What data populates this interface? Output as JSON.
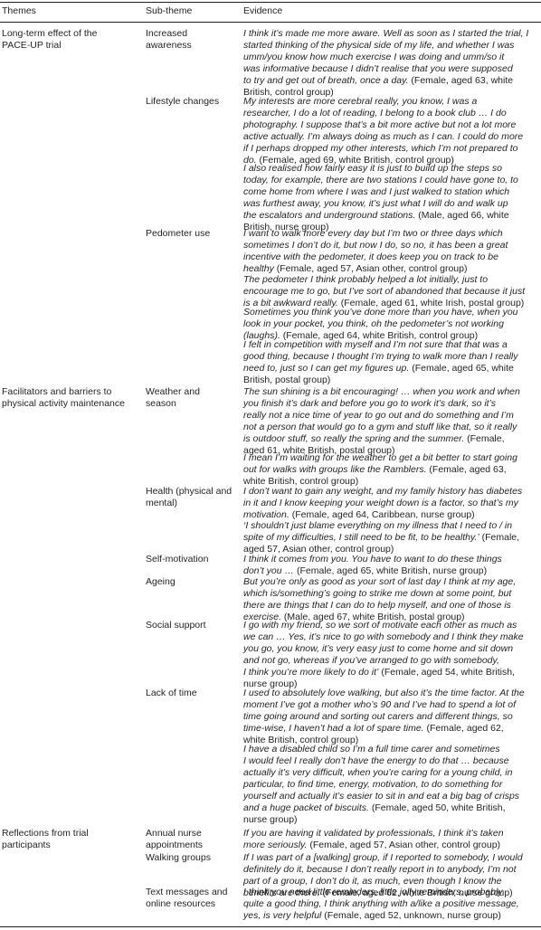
{
  "table": {
    "headers": {
      "theme": "Themes",
      "subtheme": "Sub-theme",
      "evidence": "Evidence"
    },
    "themes": [
      {
        "label": "Long-term effect of the\nPACE-UP trial"
      },
      {
        "label": "Facilitators and barriers to\nphysical activity maintenance"
      },
      {
        "label": "Reflections from trial\nparticipants"
      }
    ],
    "subthemes": [
      {
        "label": "Increased\nawareness"
      },
      {
        "label": "Lifestyle changes"
      },
      {
        "label": "Pedometer use"
      },
      {
        "label": "Weather and\nseason"
      },
      {
        "label": "Health (physical and\nmental)"
      },
      {
        "label": "Self-motivation"
      },
      {
        "label": "Ageing"
      },
      {
        "label": "Social support"
      },
      {
        "label": "Lack of time"
      },
      {
        "label": "Annual nurse\nappointments"
      },
      {
        "label": "Walking groups"
      },
      {
        "label": "Text messages and\nonline resources"
      }
    ],
    "evidence": [
      {
        "quote": "I think it’s made me more aware. Well as soon as I started the trial, I\nstarted thinking of the physical side of my life, and whether I was\numm/you know how much exercise I was doing and umm/so it\nwas informative because I didn’t realise that you were supposed\nto try and get out of breath, once a day.",
        "attr": " (Female, aged 63, white\nBritish, control group)"
      },
      {
        "quote": "My interests are more cerebral really, you know, I was a\nresearcher, I do a lot of reading, I belong to a book club … I do\nphotography. I suppose that’s a bit more active but not a lot more\nactive actually. I’m always doing as much as I can. I could do more\nif I perhaps dropped my other interests, which I’m not prepared to\ndo.",
        "attr": " (Female, aged 69, white British, control group)"
      },
      {
        "quote": "I also realised how fairly easy it is just to build up the steps so\ntoday, for example, there are two stations I could have gone to, to\ncome home from where I was and I just walked to station which\nwas furthest away, you know, it’s just what I will do and walk up\nthe escalators and underground stations.",
        "attr": " (Male, aged 66, white\nBritish, nurse group)"
      },
      {
        "quote": "I want to walk more every day but I’m two or three days which\nsometimes I don’t do it, but now I do, so no, it has been a great\nincentive with the pedometer, it does keep you on track to be\nhealthy",
        "attr": " (Female, aged 57, Asian other, control group)"
      },
      {
        "quote": "The pedometer I think probably helped a lot initially, just to\nencourage me to go, but I’ve sort of abandoned that because it just\nis a bit awkward really.",
        "attr": " (Female, aged 61, white Irish, postal group)"
      },
      {
        "quote": "Sometimes you think you’ve done more than you have, when you\nlook in your pocket, you think, oh the pedometer’s not working\n(laughs).",
        "attr": " (Female, aged 64, white British, control group)"
      },
      {
        "quote": "I felt in competition with myself and I’m not sure that that was a\ngood thing, because I thought I’m trying to walk more than I really\nneed to, just so I can get my figures up.",
        "attr": " (Female, aged 65, white\nBritish, postal group)"
      },
      {
        "quote": "The sun shining is a bit encouraging! … when you work and when\nyou finish it’s dark and before you go to work it’s dark, so it’s\nreally not a nice time of year to go out and do something and I’m\nnot a person that would go to a gym and stuff like that, so it really\nis outdoor stuff, so really the spring and the summer.",
        "attr": " (Female,\naged 61, white British, postal group)"
      },
      {
        "quote": "I mean I’m waiting for the weather to get a bit better to start going\nout for walks with groups like the Ramblers.",
        "attr": " (Female, aged 63,\nwhite British, control group)"
      },
      {
        "quote": "I don’t want to gain any weight, and my family history has diabetes\nin it and I know keeping your weight down is a factor, so that’s my\nmotivation.",
        "attr": " (Female, aged 64, Caribbean, nurse group)"
      },
      {
        "quote": "‘I shouldn’t just blame everything on my illness that I need to / in\nspite of my difficulties, I still need to be fit, to be healthy.’",
        "attr": " (Female,\naged 57, Asian other, control group)"
      },
      {
        "quote": "I think it comes from you. You have to want to do these things\ndon’t you …",
        "attr": " (Female, aged 65, white British, nurse group)"
      },
      {
        "quote": "But you’re only as good as your sort of last day I think at my age,\nwhich is/something’s going to strike me down at some point, but\nthere are things that I can do to help myself, and one of those is\nexercise.",
        "attr": " (Male, aged 67, white British, postal group)"
      },
      {
        "quote": "I go with my friend, so we sort of motivate each other as much as\nwe can … Yes, it’s nice to go with somebody and I think they make\nyou go, you know, it’s very easy just to come home and sit down\nand not go, whereas if you’ve arranged to go with somebody,\nI think you’re more likely to do it’",
        "attr": " (Female, aged 54, white British,\nnurse group)"
      },
      {
        "quote": "I used to absolutely love walking, but also it’s the time factor. At the\nmoment I’ve got a mother who’s 90 and I’ve had to spend a lot of\ntime going around and sorting out carers and different things, so\ntime-wise, I haven’t had a lot of spare time.",
        "attr": " (Female, aged 62,\nwhite British, control group)"
      },
      {
        "quote": "I have a disabled child so I’m a full time carer and sometimes\nI would feel I really don’t have the energy to do that … because\nactually it’s very difficult, when you’re caring for a young child, in\nparticular, to find time, energy, motivation, to do something for\nyourself and actually it’s easier to sit in and eat a big bag of crisps\nand a huge packet of biscuits.",
        "attr": " (Female, aged 50, white British,\nnurse group)"
      },
      {
        "quote": "If you are having it validated by professionals, I think it’s taken\nmore seriously.",
        "attr": " (Female, aged 57, Asian other, control group)"
      },
      {
        "quote": "If I was part of a [walking] group, if I reported to somebody, I would\ndefinitely do it, because I don’t really report in to anybody, I’m not\npart of a group, I don’t do it, as much, even though I know the\nbenefits are there.",
        "attr": " (Female, aged 62, white British, nurse group)"
      },
      {
        "quote": "I think you need little reminders, little jolly reminders, probably\nquite a good thing, I think anything with a/like a positive message,\nyes, is very helpful",
        "attr": " (Female, aged 52, unknown, nurse group)"
      }
    ]
  }
}
